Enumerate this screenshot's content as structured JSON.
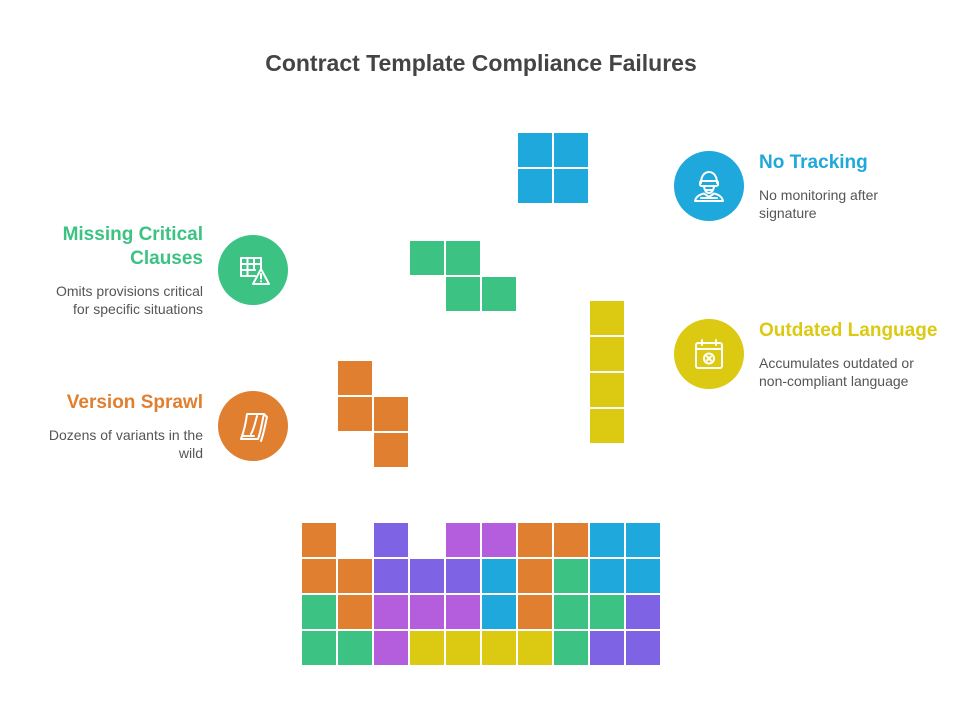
{
  "title": "Contract Template Compliance Failures",
  "colors": {
    "orange": "#E07F2F",
    "purple": "#7E64E4",
    "violet": "#B45EDE",
    "blue": "#1FA8DB",
    "green": "#3CC283",
    "yellow": "#DCCA12"
  },
  "failures": [
    {
      "id": "no-tracking",
      "heading": "No Tracking",
      "lines": [
        "No monitoring after",
        "signature"
      ],
      "color": "#1FA8DB",
      "icon": "person-icon"
    },
    {
      "id": "missing-critical-clauses",
      "heading_lines": [
        "Missing Critical",
        "Clauses"
      ],
      "lines": [
        "Omits provisions critical",
        "for specific situations"
      ],
      "color": "#3CC283",
      "icon": "table-warning-icon"
    },
    {
      "id": "outdated-language",
      "heading": "Outdated Language",
      "lines": [
        "Accumulates outdated or",
        "non-compliant language"
      ],
      "color": "#DCCA12",
      "icon": "calendar-x-icon"
    },
    {
      "id": "version-sprawl",
      "heading": "Version Sprawl",
      "lines": [
        "Dozens of variants in the",
        "wild"
      ],
      "color": "#E07F2F",
      "icon": "documents-icon"
    }
  ],
  "falling_pieces": [
    {
      "name": "blue-square-piece",
      "color": "blue",
      "cells": [
        [
          0,
          0
        ],
        [
          1,
          0
        ],
        [
          0,
          1
        ],
        [
          1,
          1
        ]
      ]
    },
    {
      "name": "green-z-piece",
      "color": "green",
      "cells": [
        [
          0,
          0
        ],
        [
          1,
          0
        ],
        [
          1,
          1
        ],
        [
          2,
          1
        ]
      ]
    },
    {
      "name": "yellow-i-piece",
      "color": "yellow",
      "cells": [
        [
          0,
          0
        ],
        [
          0,
          1
        ],
        [
          0,
          2
        ],
        [
          0,
          3
        ]
      ]
    },
    {
      "name": "orange-s-piece",
      "color": "orange",
      "cells": [
        [
          0,
          0
        ],
        [
          0,
          1
        ],
        [
          1,
          1
        ],
        [
          1,
          2
        ]
      ]
    }
  ],
  "stack_grid": [
    [
      "orange",
      null,
      "purple",
      null,
      "violet",
      "violet",
      "orange",
      "orange",
      "blue",
      "blue"
    ],
    [
      "orange",
      "orange",
      "purple",
      "purple",
      "purple",
      "blue",
      "orange",
      "green",
      "blue",
      "blue"
    ],
    [
      "green",
      "orange",
      "violet",
      "violet",
      "violet",
      "blue",
      "orange",
      "green",
      "green",
      "purple"
    ],
    [
      "green",
      "green",
      "violet",
      "yellow",
      "yellow",
      "yellow",
      "yellow",
      "green",
      "purple",
      "purple"
    ]
  ]
}
